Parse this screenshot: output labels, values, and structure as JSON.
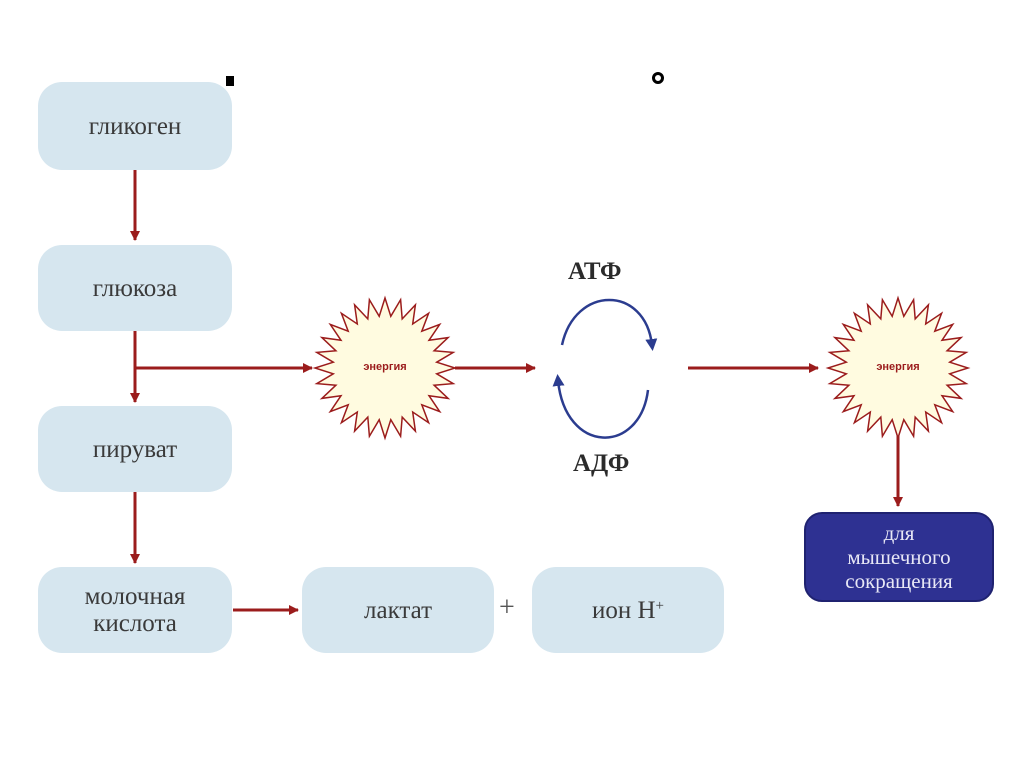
{
  "colors": {
    "box_fill": "#d6e6ef",
    "box_dark_fill": "#2e3192",
    "arrow_red": "#9b1c1c",
    "cycle_blue": "#2b3c8f",
    "sun_fill": "#fffbe0"
  },
  "boxes": {
    "glycogen": "гликоген",
    "glucose": "глюкоза",
    "pyruvate": "пируват",
    "lactic_acid": "молочная\nкислота",
    "lactate": "лактат",
    "h_ion": "ион Н",
    "h_ion_sup": "+",
    "muscle": "для\nмышечного\nсокращения"
  },
  "plus_sign": "+",
  "cycle": {
    "atp": "АТФ",
    "adp": "АДФ"
  },
  "energy": {
    "left": "энергия",
    "right": "энергия"
  }
}
